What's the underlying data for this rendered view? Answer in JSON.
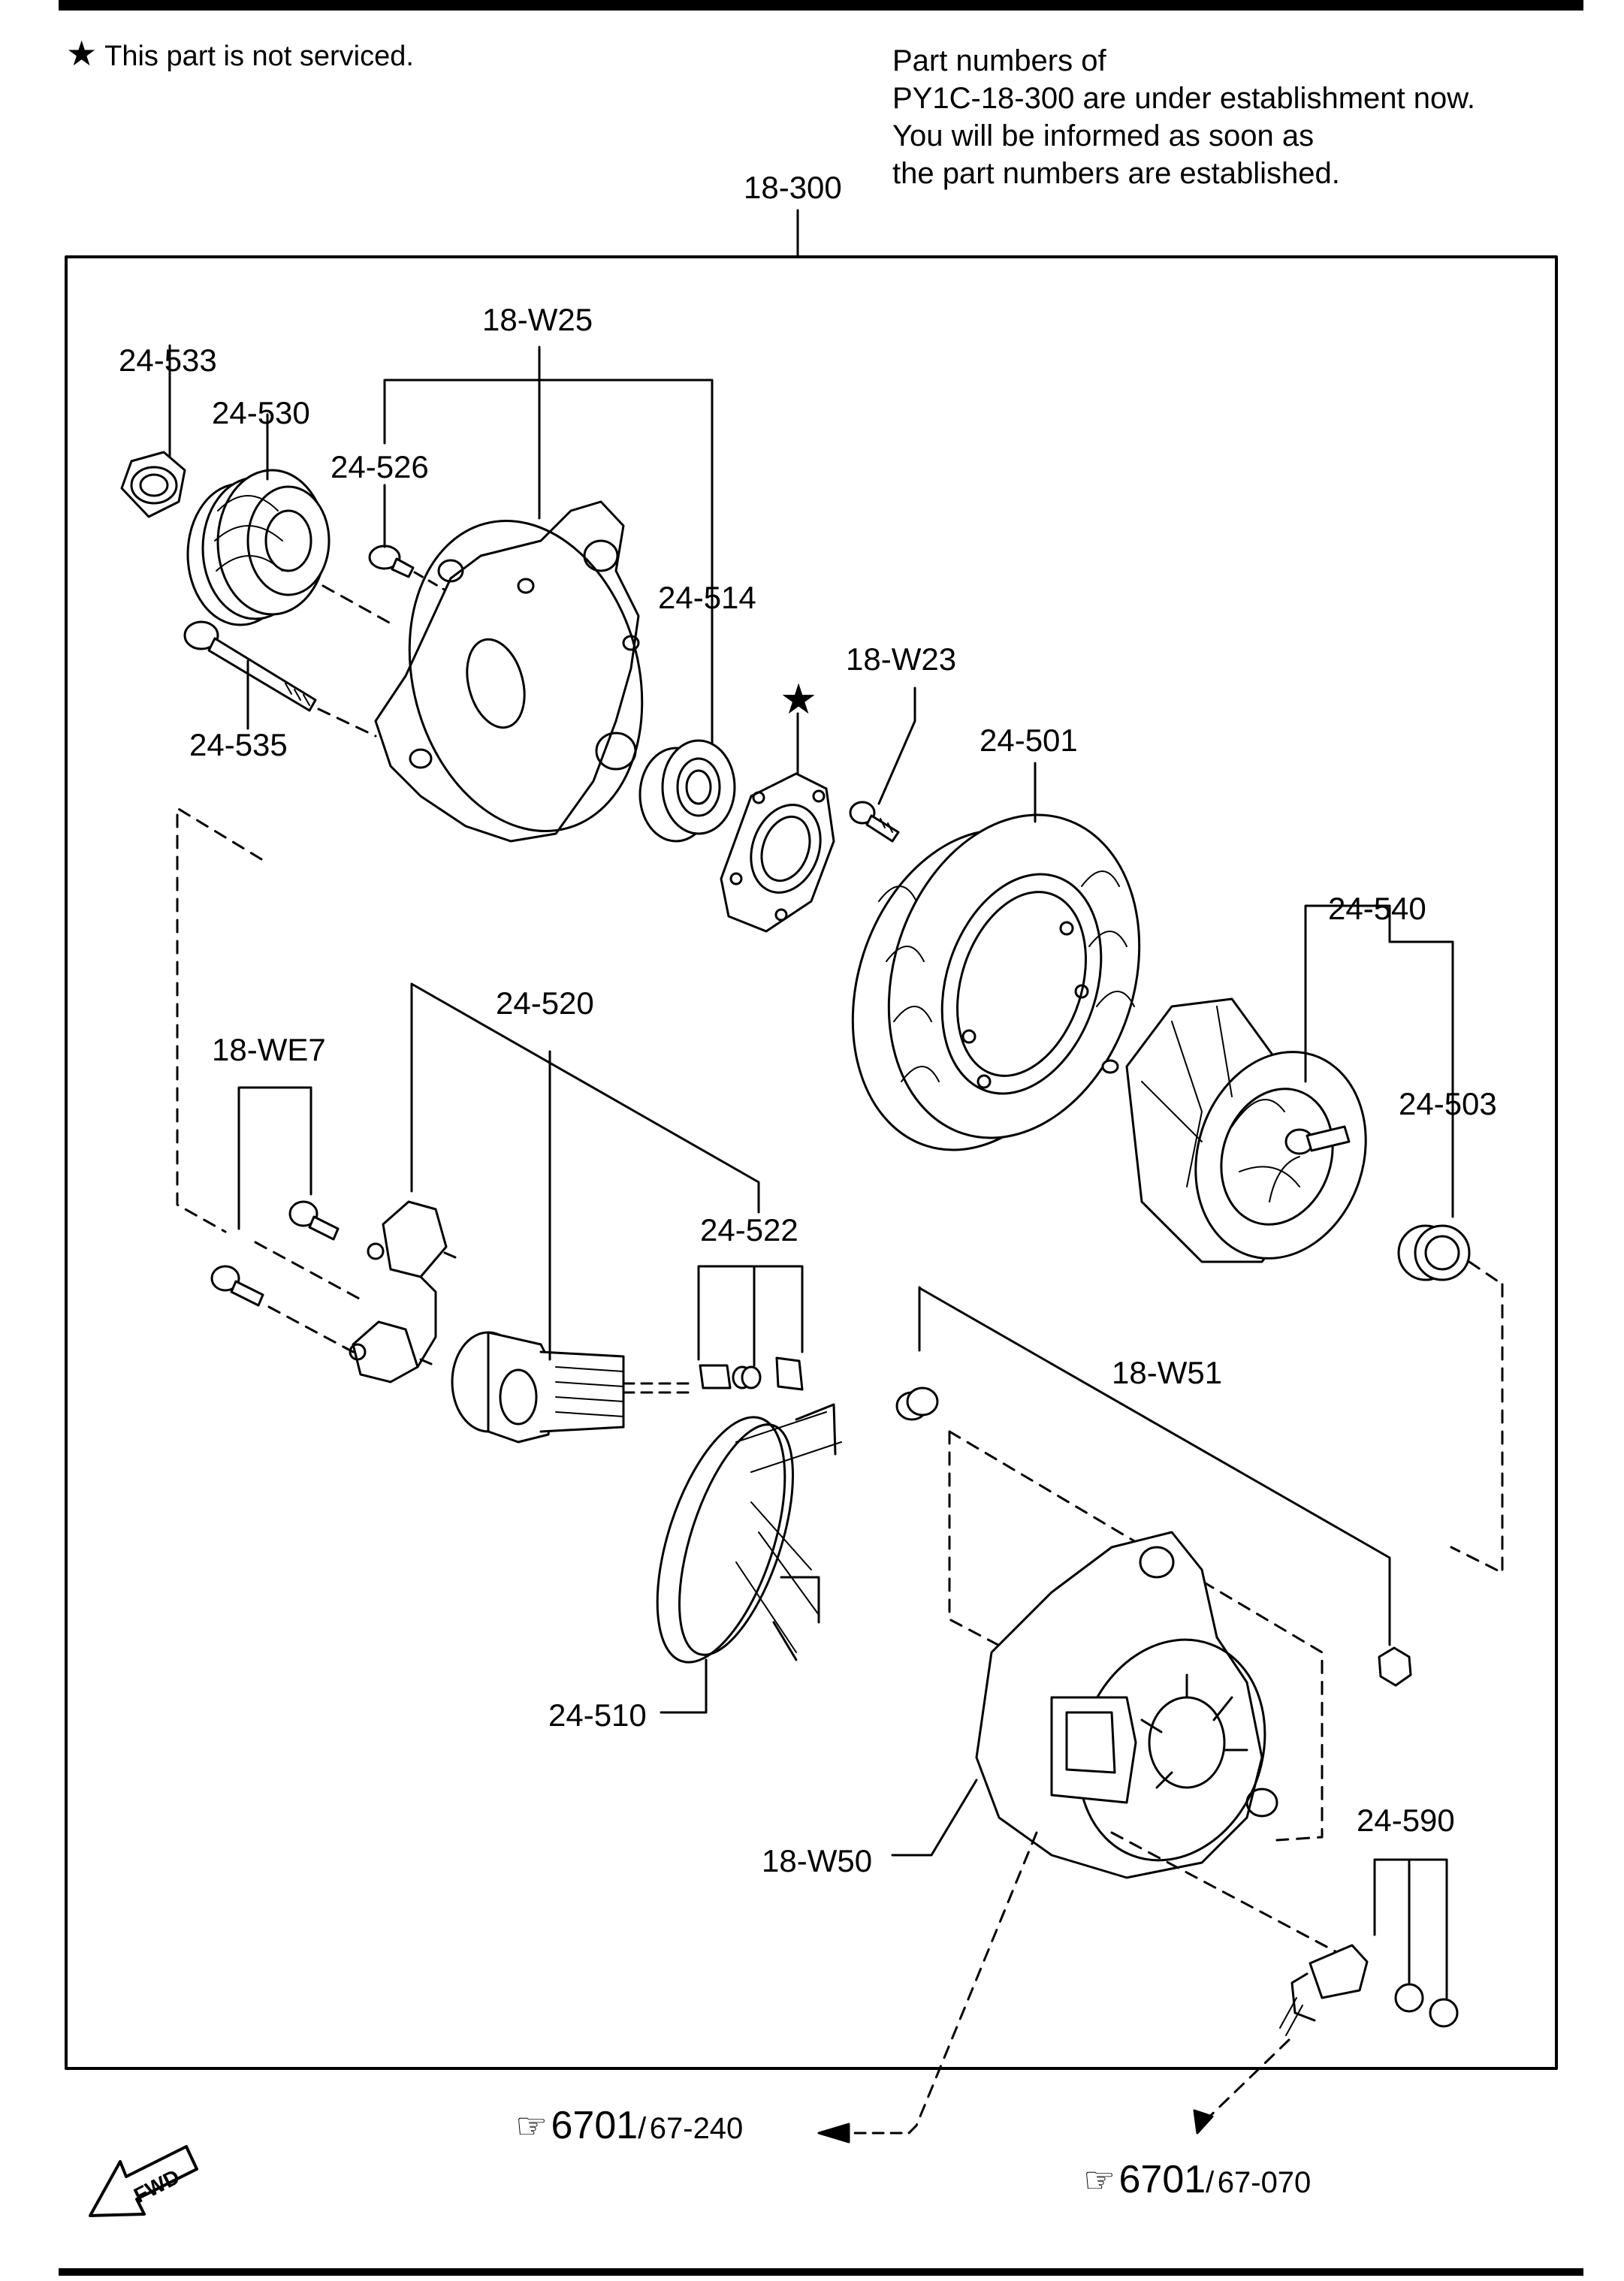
{
  "header": {
    "star_note": "This part is not serviced.",
    "notice_lines": [
      "Part  numbers  of",
      "PY1C-18-300 are under  establishment  now.",
      "You will be informed as soon as",
      "the part numbers are established."
    ]
  },
  "assembly_label": "18-300",
  "callouts": {
    "c24_533": "24-533",
    "c24_530": "24-530",
    "c18_W25": "18-W25",
    "c24_526": "24-526",
    "c24_514": "24-514",
    "c24_535": "24-535",
    "c18_W23": "18-W23",
    "c24_501": "24-501",
    "c24_540": "24-540",
    "c24_520": "24-520",
    "c18_WE7": "18-WE7",
    "c24_503": "24-503",
    "c24_522": "24-522",
    "c18_W51": "18-W51",
    "c24_510": "24-510",
    "c18_W50": "18-W50",
    "c24_590": "24-590"
  },
  "refs": {
    "ref1": {
      "page": "6701",
      "slash": "/",
      "part": "67-240"
    },
    "ref2": {
      "page": "6701",
      "slash": "/",
      "part": "67-070"
    }
  },
  "fwd_label": "FWD",
  "colors": {
    "line": "#000000",
    "background": "#ffffff"
  },
  "icons": [
    "star-icon",
    "pointing-hand-icon",
    "fwd-arrow-icon"
  ]
}
